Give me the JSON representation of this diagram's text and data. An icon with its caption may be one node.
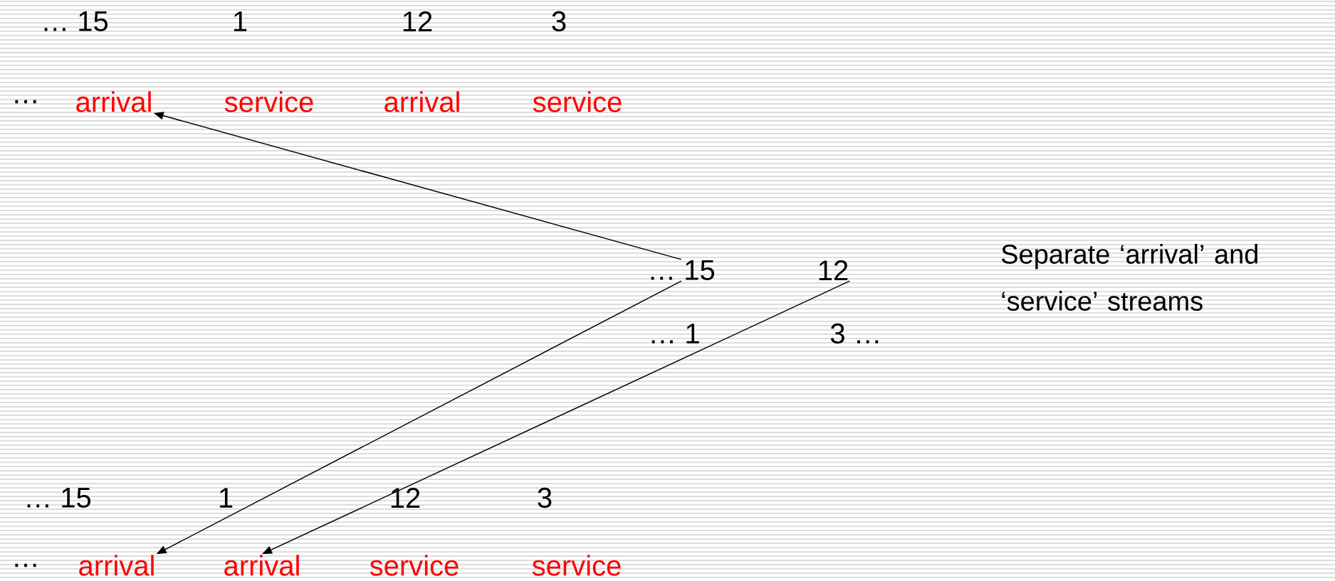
{
  "diagram": {
    "nodes": [
      {
        "text": [
          "arrival"
        ]
      },
      {
        "text": [
          "… 15"
        ]
      },
      {
        "text": [
          "12"
        ]
      },
      {
        "text": [
          "arrival"
        ]
      },
      {
        "text": [
          "arrival"
        ]
      }
    ],
    "edges": [
      {
        "from": 1,
        "to": 0,
        "arrow": "to"
      },
      {
        "from": 1,
        "to": 3,
        "arrow": "to"
      },
      {
        "from": 2,
        "to": 4,
        "arrow": "to"
      }
    ],
    "labels": [
      "… 15",
      "1",
      "12",
      "3",
      "…",
      "service",
      "arrival",
      "service",
      "… 1",
      "3 …",
      "Separate ‘arrival’ and ‘service’ streams",
      "… 15",
      "1",
      "12",
      "3",
      "…",
      "service",
      "service"
    ]
  }
}
